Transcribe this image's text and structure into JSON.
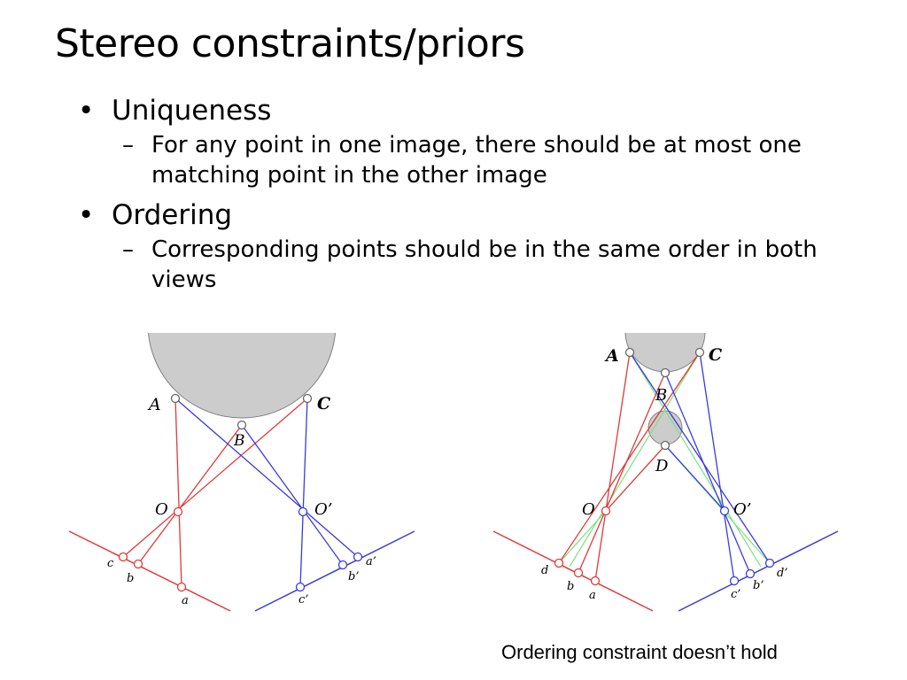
{
  "slide": {
    "title": "Stereo constraints/priors",
    "bullets": [
      {
        "label": "Uniqueness",
        "sub": "For any point in one image, there should be at most one matching point in the other image"
      },
      {
        "label": "Ordering",
        "sub": "Corresponding points should be in the same order in both views"
      }
    ],
    "caption": "Ordering constraint doesn’t hold"
  },
  "diagrams": {
    "left": {
      "labels": {
        "A": "A",
        "B": "B",
        "C": "C",
        "O": "O",
        "O2": "O’",
        "a": "a",
        "b": "b",
        "c": "c",
        "a2": "a’",
        "b2": "b’",
        "c2": "c’"
      }
    },
    "right": {
      "labels": {
        "A": "A",
        "B": "B",
        "C": "C",
        "D": "D",
        "O": "O",
        "O2": "O’",
        "a": "a",
        "b": "b",
        "d": "d",
        "b2": "b’",
        "c2": "c’",
        "d2": "d’"
      }
    }
  },
  "colors": {
    "left_rays": "#e03a3a",
    "right_rays": "#3a3ae0",
    "cross_rays": "#7ee07e",
    "object_fill": "#cccccc"
  }
}
